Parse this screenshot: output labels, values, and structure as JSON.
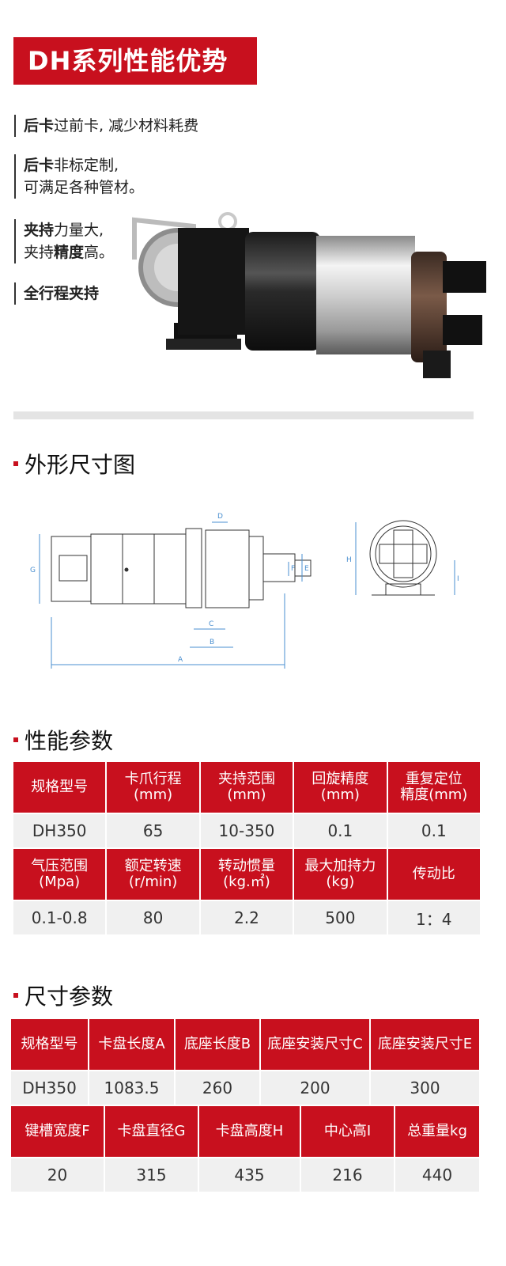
{
  "header": {
    "title": "DH系列性能优势"
  },
  "features": [
    {
      "lines": [
        [
          {
            "b": "后卡"
          },
          {
            "t": "过前卡, 减少材料耗费"
          }
        ]
      ]
    },
    {
      "lines": [
        [
          {
            "b": "后卡"
          },
          {
            "t": "非标定制,"
          }
        ],
        [
          {
            "t": "可满足各种管材。"
          }
        ]
      ]
    },
    {
      "lines": [
        [
          {
            "b": "夹持"
          },
          {
            "t": "力量大,"
          }
        ],
        [
          {
            "t": "夹持"
          },
          {
            "b": "精度"
          },
          {
            "t": "高。"
          }
        ]
      ]
    },
    {
      "lines": [
        [
          {
            "b": "全行程夹持"
          }
        ]
      ]
    }
  ],
  "sections": {
    "outline": "外形尺寸图",
    "performance": "性能参数",
    "dimension": "尺寸参数"
  },
  "drawing_labels": {
    "side": [
      "D",
      "C",
      "B",
      "A",
      "G",
      "E",
      "F"
    ],
    "front": [
      "H",
      "I"
    ]
  },
  "performance_table": {
    "row1_headers": [
      "规格型号",
      "卡爪行程\n(mm)",
      "夹持范围\n(mm)",
      "回旋精度\n(mm)",
      "重复定位\n精度(mm)"
    ],
    "row1_values": [
      "DH350",
      "65",
      "10-350",
      "0.1",
      "0.1"
    ],
    "row2_headers": [
      "气压范围\n(Mpa)",
      "额定转速\n(r/min)",
      "转动惯量\n(kg.㎡)",
      "最大加持力\n(kg)",
      "传动比"
    ],
    "row2_values": [
      "0.1-0.8",
      "80",
      "2.2",
      "500",
      "1：4"
    ]
  },
  "dimension_table": {
    "row1_headers": [
      "规格型号",
      "卡盘长度A",
      "底座长度B",
      "底座安装尺寸C",
      "底座安装尺寸E"
    ],
    "row1_values": [
      "DH350",
      "1083.5",
      "260",
      "200",
      "300"
    ],
    "row2_headers": [
      "键槽宽度F",
      "卡盘直径G",
      "卡盘高度H",
      "中心高I",
      "总重量kg"
    ],
    "row2_values": [
      "20",
      "315",
      "435",
      "216",
      "440"
    ]
  },
  "colors": {
    "accent": "#c8101e",
    "cell_bg": "#f0f0f0",
    "line_blue": "#4a8fd0"
  }
}
